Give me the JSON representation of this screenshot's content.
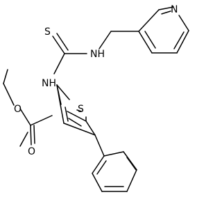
{
  "atoms": {
    "n_pyridine": "N",
    "s_thione": "S",
    "nh_upper": "NH",
    "nh_lower": "NH",
    "s_thiophene": "S",
    "o_ester": "O",
    "o_carbonyl": "O"
  },
  "colors": {
    "bond": "#000000",
    "label": "#000000",
    "background": "#ffffff"
  }
}
